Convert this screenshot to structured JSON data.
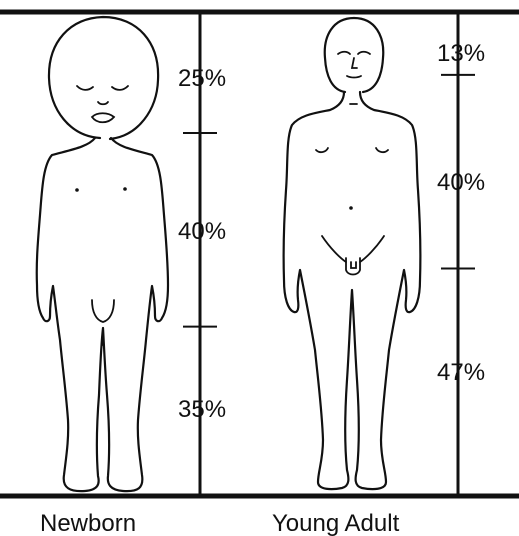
{
  "figures": [
    {
      "caption": "Newborn",
      "segments": [
        {
          "label": "25%",
          "fraction": 0.25
        },
        {
          "label": "40%",
          "fraction": 0.4
        },
        {
          "label": "35%",
          "fraction": 0.35
        }
      ]
    },
    {
      "caption": "Young Adult",
      "segments": [
        {
          "label": "13%",
          "fraction": 0.13
        },
        {
          "label": "40%",
          "fraction": 0.4
        },
        {
          "label": "47%",
          "fraction": 0.47
        }
      ]
    }
  ],
  "colors": {
    "ink": "#111111",
    "background": "#ffffff"
  }
}
